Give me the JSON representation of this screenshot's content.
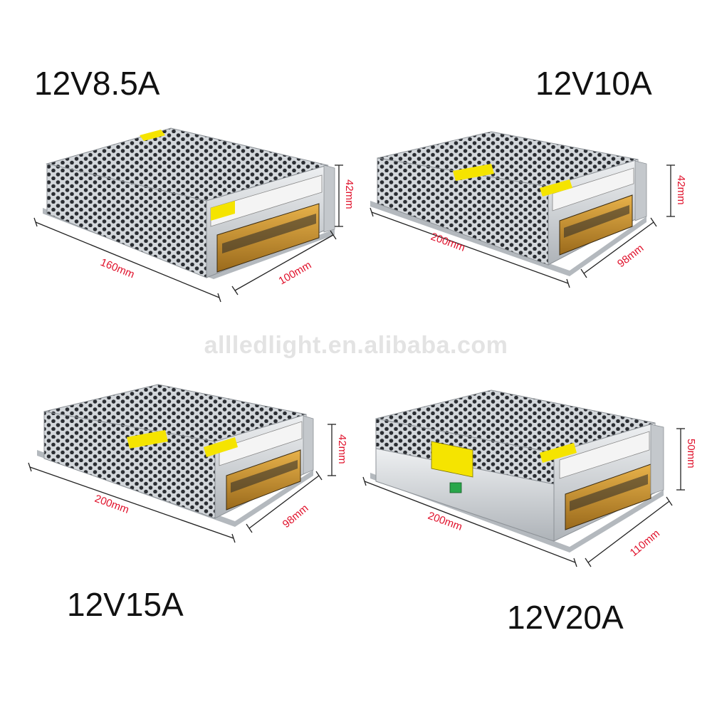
{
  "products": [
    {
      "model": "12V8.5A",
      "dimensions": {
        "length": "160mm",
        "width": "100mm",
        "height": "42mm"
      }
    },
    {
      "model": "12V10A",
      "dimensions": {
        "length": "200mm",
        "width": "98mm",
        "height": "42mm"
      }
    },
    {
      "model": "12V15A",
      "dimensions": {
        "length": "200mm",
        "width": "98mm",
        "height": "42mm"
      }
    },
    {
      "model": "12V20A",
      "dimensions": {
        "length": "200mm",
        "width": "110mm",
        "height": "50mm"
      }
    }
  ],
  "watermark": "allledlight.en.alibaba.com",
  "colors": {
    "dimension_text": "#e0102a",
    "dimension_lines": "#222222",
    "case_metal": "#c9cdd1",
    "terminal_block": "#c8902a",
    "warning_label": "#f5e400"
  }
}
